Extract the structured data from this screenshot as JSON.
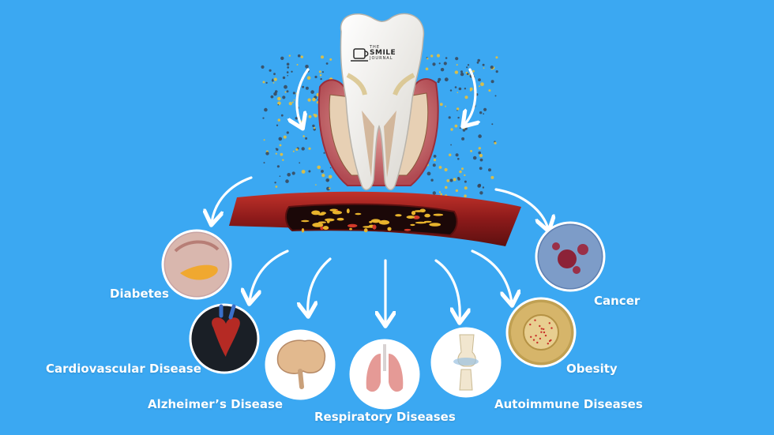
{
  "brand": {
    "line1": "THE",
    "line2": "SMILE",
    "line3": "JOURNAL"
  },
  "labels": {
    "diabetes": "Diabetes",
    "cardiovascular": "Cardiovascular Disease",
    "alzheimers": "Alzheimer’s Disease",
    "respiratory": "Respiratory Diseases",
    "autoimmune": "Autoimmune Diseases",
    "obesity": "Obesity",
    "cancer": "Cancer"
  },
  "colors": {
    "background": "#3ba8f2",
    "arrow": "#ffffff",
    "bacteria": "#f2c230",
    "vessel": "#a3201e"
  },
  "icons": {
    "diabetes": "pancreas-icon",
    "cardiovascular": "heart-icon",
    "alzheimers": "brain-icon",
    "respiratory": "lungs-icon",
    "autoimmune": "knee-joint-icon",
    "obesity": "fat-cell-icon",
    "cancer": "cancer-cell-icon"
  }
}
